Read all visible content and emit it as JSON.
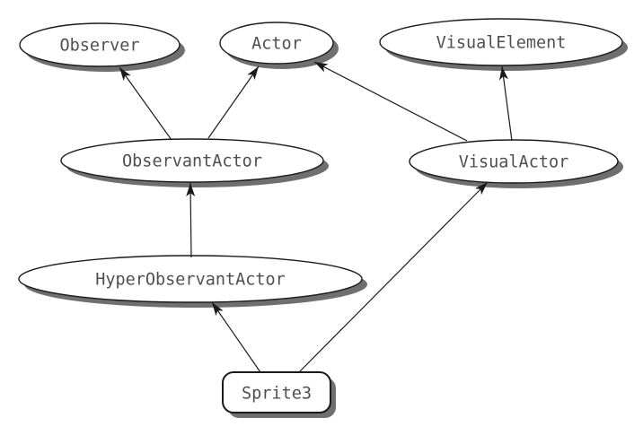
{
  "diagram": {
    "kind": "class-inheritance-diagram",
    "colors": {
      "background": "#ffffff",
      "node_fill": "#ffffff",
      "node_border": "#1a1a1a",
      "shadow": "#6f6f6f",
      "text": "#4f4f4f",
      "arrow": "#1a1a1a"
    },
    "nodes": [
      {
        "id": "observer",
        "label": "Observer",
        "shape": "ellipse"
      },
      {
        "id": "actor",
        "label": "Actor",
        "shape": "ellipse"
      },
      {
        "id": "visual-element",
        "label": "VisualElement",
        "shape": "ellipse"
      },
      {
        "id": "observant-actor",
        "label": "ObservantActor",
        "shape": "ellipse"
      },
      {
        "id": "visual-actor",
        "label": "VisualActor",
        "shape": "ellipse"
      },
      {
        "id": "hyper-observant-actor",
        "label": "HyperObservantActor",
        "shape": "ellipse"
      },
      {
        "id": "sprite3",
        "label": "Sprite3",
        "shape": "rounded-rectangle"
      }
    ],
    "edges": [
      {
        "from": "ObservantActor",
        "to": "Observer"
      },
      {
        "from": "ObservantActor",
        "to": "Actor"
      },
      {
        "from": "VisualActor",
        "to": "Actor"
      },
      {
        "from": "VisualActor",
        "to": "VisualElement"
      },
      {
        "from": "HyperObservantActor",
        "to": "ObservantActor"
      },
      {
        "from": "Sprite3",
        "to": "HyperObservantActor"
      },
      {
        "from": "Sprite3",
        "to": "VisualActor"
      }
    ]
  }
}
